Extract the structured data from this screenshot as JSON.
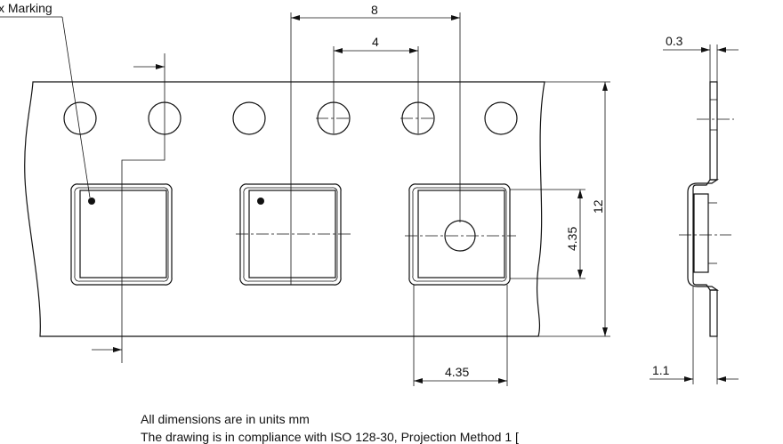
{
  "labels": {
    "index_marking": "x Marking",
    "pitch": "8",
    "hole_pitch": "4",
    "tape_width": "12",
    "pocket_height": "4.35",
    "pocket_width": "4.35",
    "tape_thickness": "0.3",
    "pocket_depth": "1.1"
  },
  "notes": {
    "units": "All dimensions are in units mm",
    "compliance": "The drawing is in compliance with ISO 128-30, Projection Method 1 ["
  }
}
